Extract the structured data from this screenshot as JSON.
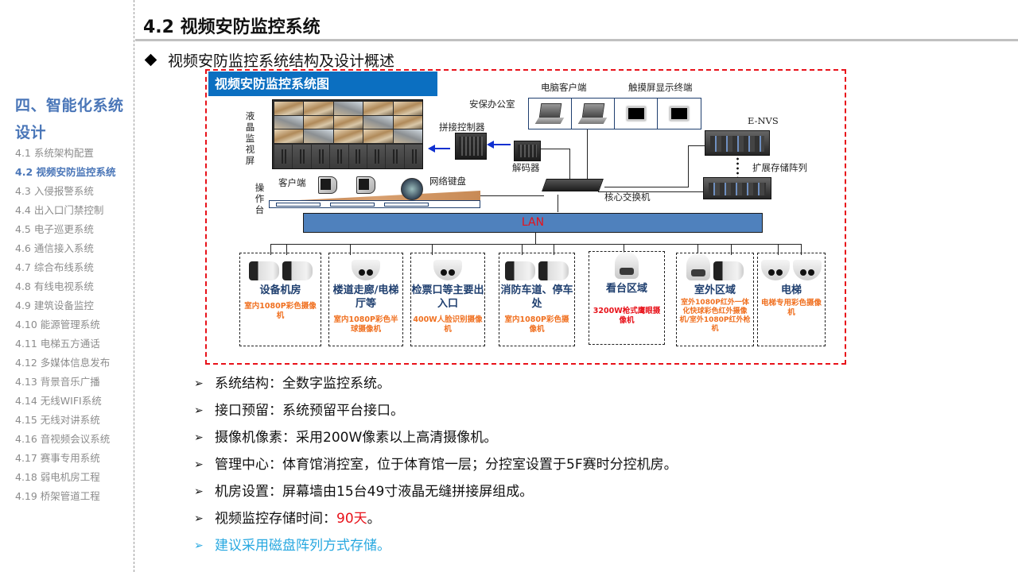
{
  "sidebar": {
    "chapter_title": "四、智能化系统设计",
    "items": [
      {
        "label": "4.1 系统架构配置",
        "active": false
      },
      {
        "label": "4.2  视频安防监控系统",
        "active": true
      },
      {
        "label": "4.3  入侵报警系统",
        "active": false
      },
      {
        "label": "4.4  出入口门禁控制",
        "active": false
      },
      {
        "label": "4.5  电子巡更系统",
        "active": false
      },
      {
        "label": "4.6  通信接入系统",
        "active": false
      },
      {
        "label": "4.7  综合布线系统",
        "active": false
      },
      {
        "label": "4.8  有线电视系统",
        "active": false
      },
      {
        "label": "4.9 建筑设备监控",
        "active": false
      },
      {
        "label": "4.10 能源管理系统",
        "active": false
      },
      {
        "label": "4.11 电梯五方通话",
        "active": false
      },
      {
        "label": "4.12 多媒体信息发布",
        "active": false
      },
      {
        "label": "4.13 背景音乐广播",
        "active": false
      },
      {
        "label": "4.14 无线WIFI系统",
        "active": false
      },
      {
        "label": "4.15 无线对讲系统",
        "active": false
      },
      {
        "label": "4.16 音视频会议系统",
        "active": false
      },
      {
        "label": "4.17 赛事专用系统",
        "active": false
      },
      {
        "label": "4.18 弱电机房工程",
        "active": false
      },
      {
        "label": "4.19 桥架管道工程",
        "active": false
      }
    ]
  },
  "header": {
    "title": "4.2 视频安防监控系统",
    "subtitle": "视频安防监控系统结构及设计概述"
  },
  "diagram": {
    "title": "视频安防监控系统图",
    "labels": {
      "video_wall": "液晶监视屏",
      "console": "操作台",
      "client": "客户端",
      "network_keyboard": "网络键盘",
      "splicing_controller": "拼接控制器",
      "decoder": "解码器",
      "security_office": "安保办公室",
      "pc_client": "电脑客户端",
      "touch_terminal": "触摸屏显示终端",
      "core_switch": "核心交换机",
      "envs": "E-NVS",
      "storage_array": "扩展存储阵列",
      "lan": "LAN"
    },
    "zones": [
      {
        "name": "设备机房",
        "desc": "室内1080P彩色摄像机",
        "camera": "bullet",
        "count": 2,
        "desc_color": "orange"
      },
      {
        "name": "楼道走廊/电梯厅等",
        "desc": "室内1080P彩色半球摄像机",
        "camera": "dome",
        "count": 1,
        "desc_color": "orange"
      },
      {
        "name": "检票口等主要出入口",
        "desc": "400W人脸识别摄像机",
        "camera": "dome",
        "count": 1,
        "desc_color": "orange"
      },
      {
        "name": "消防车道、停车处",
        "desc": "室内1080P彩色摄像机",
        "camera": "bullet",
        "count": 2,
        "desc_color": "orange"
      },
      {
        "name": "看台区域",
        "desc": "3200W枪式鹰眼摄像机",
        "camera": "ptz",
        "count": 1,
        "desc_color": "red"
      },
      {
        "name": "室外区域",
        "desc": "室外1080P红外一体化快球彩色红外摄像机/室外1080P红外枪机",
        "camera": "ptz+bullet",
        "count": 2,
        "desc_color": "orange"
      },
      {
        "name": "电梯",
        "desc": "电梯专用彩色摄像机",
        "camera": "dome",
        "count": 2,
        "desc_color": "orange"
      }
    ]
  },
  "bullets": [
    {
      "text": "系统结构：全数字监控系统。"
    },
    {
      "text": "接口预留：系统预留平台接口。"
    },
    {
      "text": "摄像机像素：采用200W像素以上高清摄像机。"
    },
    {
      "text": "管理中心：体育馆消控室，位于体育馆一层；分控室设置于5F赛时分控机房。"
    },
    {
      "text": "机房设置：屏幕墙由15台49寸液晶无缝拼接屏组成。"
    },
    {
      "text_prefix": "视频监控存储时间：",
      "highlight": "90天",
      "text_suffix": "。"
    },
    {
      "text": "建议采用磁盘阵列方式存储。",
      "color": "blue"
    }
  ],
  "colors": {
    "accent_blue": "#4a76b8",
    "diagram_header": "#0b6fc1",
    "lan_bar": "#4f81bd",
    "highlight_red": "#e8121a",
    "desc_orange": "#f07020",
    "bullet_blue": "#28a8e0"
  }
}
